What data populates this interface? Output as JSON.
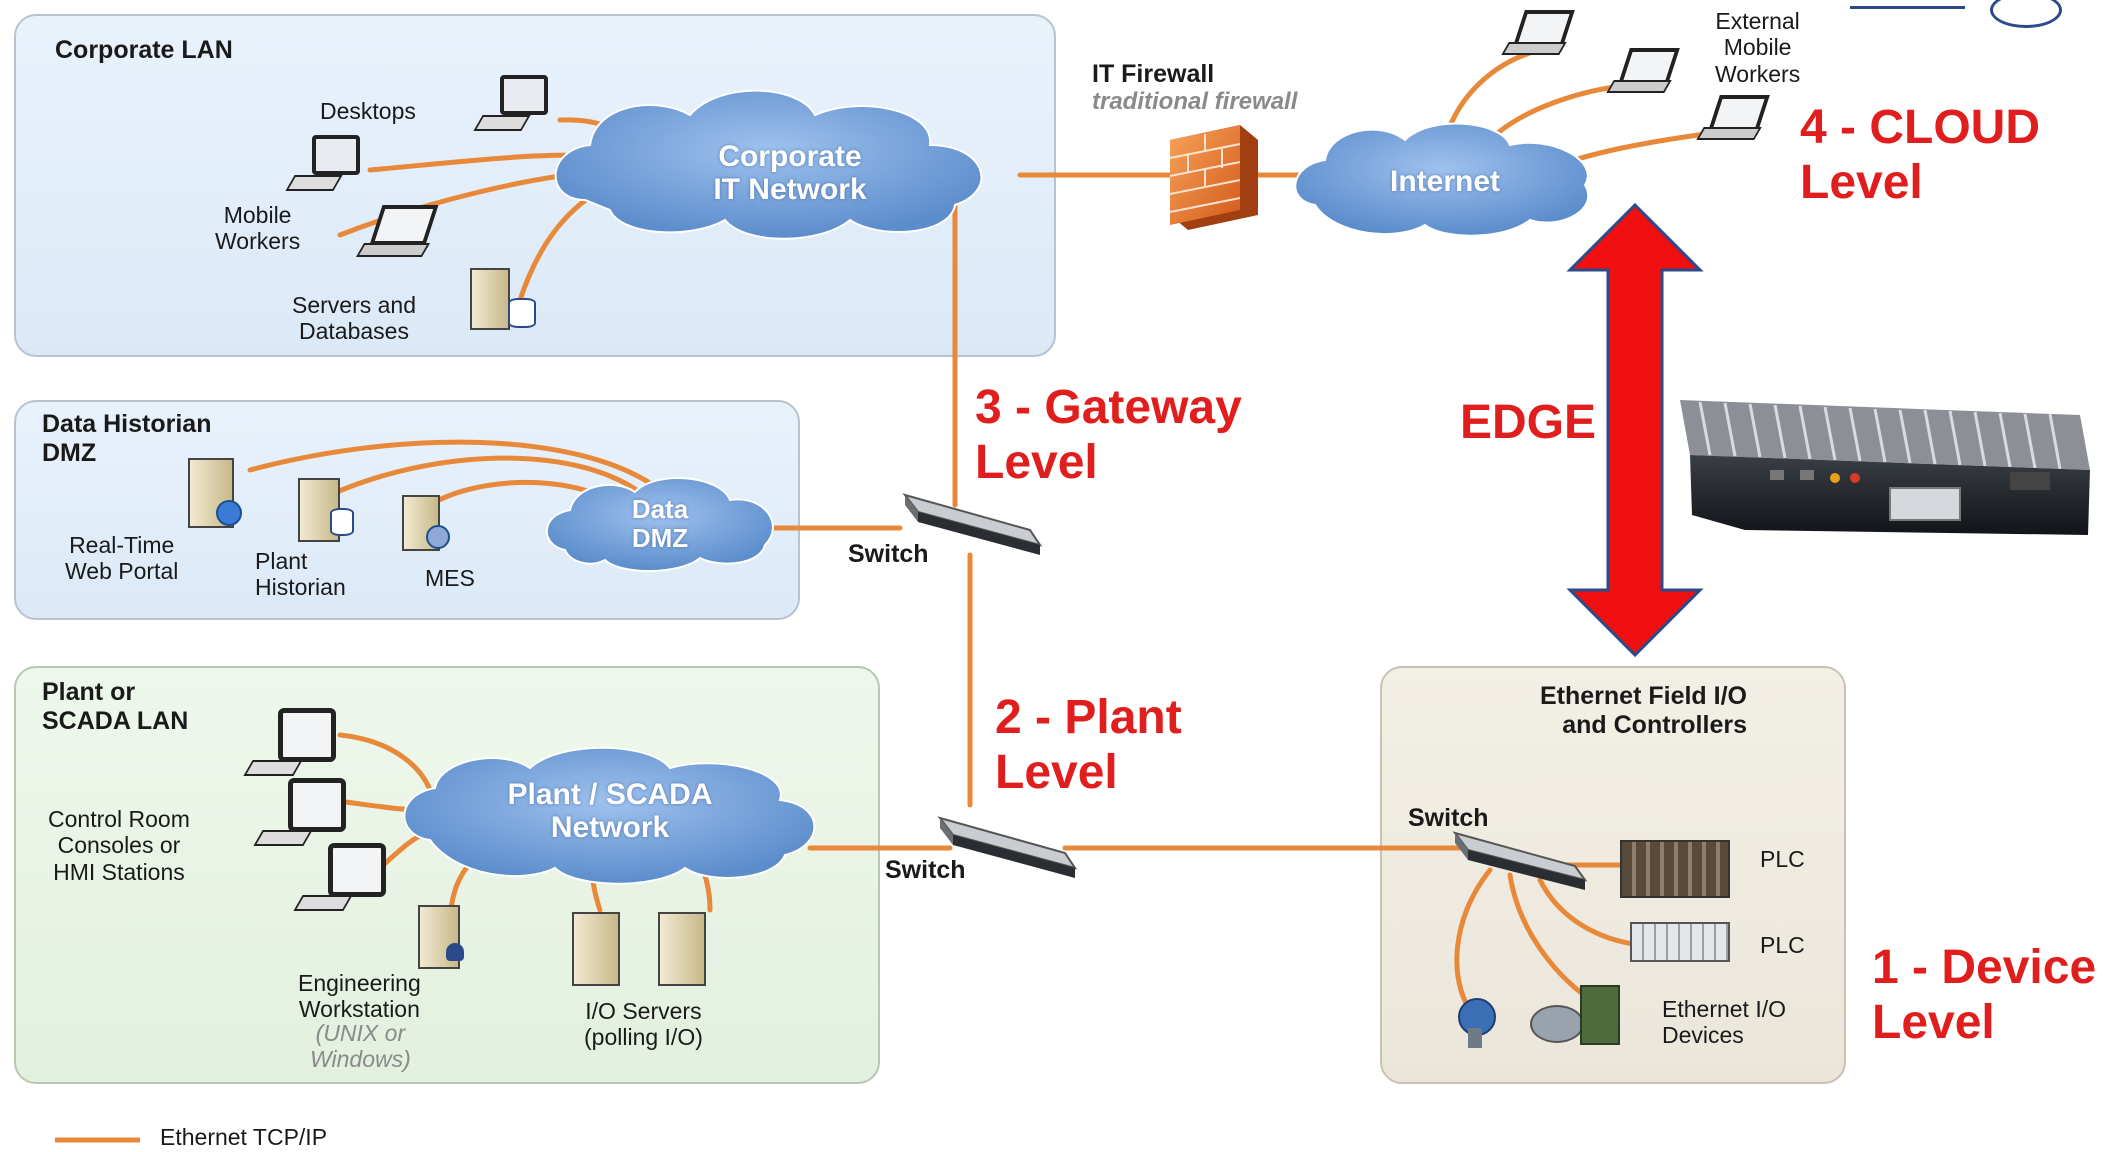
{
  "zones": {
    "corporate": {
      "title": "Corporate LAN"
    },
    "historian": {
      "title": "Data Historian\nDMZ"
    },
    "plant": {
      "title": "Plant or\nSCADA LAN"
    },
    "field": {
      "title": "Ethernet Field I/O\nand Controllers"
    }
  },
  "clouds": {
    "corporate": "Corporate\nIT Network",
    "internet": "Internet",
    "dmz": "Data\nDMZ",
    "plant": "Plant / SCADA\nNetwork"
  },
  "labels": {
    "desktops": "Desktops",
    "mobile_workers": "Mobile\nWorkers",
    "servers": "Servers and\nDatabases",
    "firewall": "IT Firewall",
    "firewall_sub": "traditional firewall",
    "external_mobile": "External\nMobile\nWorkers",
    "web_portal": "Real-Time\nWeb Portal",
    "plant_historian": "Plant\nHistorian",
    "mes": "MES",
    "switch_dmz": "Switch",
    "control_room": "Control Room\nConsoles or\nHMI Stations",
    "engineering": "Engineering\nWorkstation",
    "engineering_sub": "(UNIX or\nWindows)",
    "io_servers": "I/O Servers\n(polling I/O)",
    "switch_plant": "Switch",
    "switch_field": "Switch",
    "plc1": "PLC",
    "plc2": "PLC",
    "eth_io": "Ethernet I/O\nDevices"
  },
  "levels": {
    "cloud": "4 - CLOUD\nLevel",
    "gateway": "3 - Gateway\nLevel",
    "edge": "EDGE",
    "plant": "2 - Plant\nLevel",
    "device": "1 - Device\nLevel"
  },
  "legend": {
    "label": "Ethernet TCP/IP"
  },
  "colors": {
    "link": "#e8893a",
    "level_text": "#e01e1e",
    "edge_arrow": "#f01010",
    "cloud": "#6f9fd8"
  }
}
